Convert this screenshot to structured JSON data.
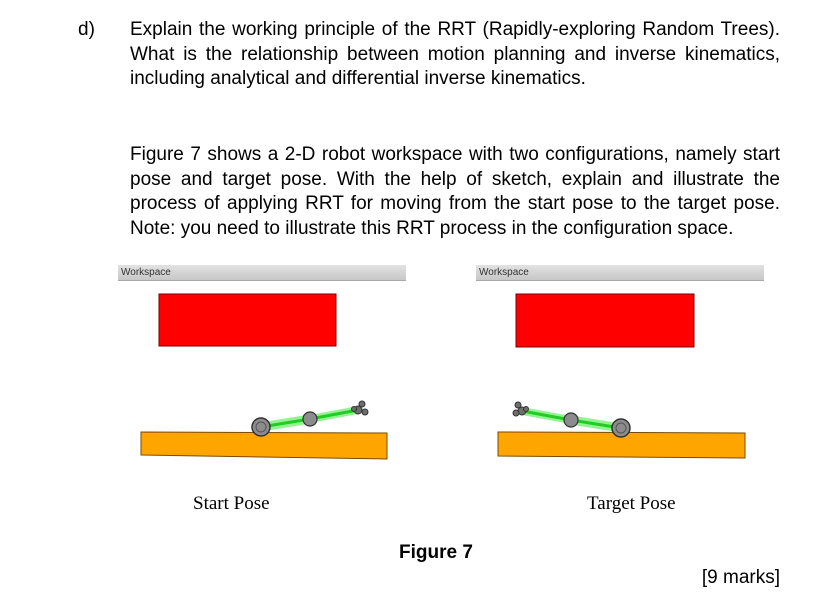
{
  "question": {
    "label": "d)",
    "paragraph1": "Explain the working principle of the RRT (Rapidly-exploring Random Trees). What is the relationship between motion planning and inverse kinematics, including analytical and differential inverse kinematics.",
    "paragraph2": "Figure 7 shows a 2-D robot workspace with two configurations, namely  start pose and target pose. With the help of sketch, explain and illustrate the process of applying RRT for moving from the start pose to the target pose. Note: you need to illustrate this RRT process in the configuration space."
  },
  "figure": {
    "panels": [
      {
        "title": "Workspace",
        "caption": "Start Pose"
      },
      {
        "title": "Workspace",
        "caption": "Target Pose"
      }
    ],
    "label": "Figure 7"
  },
  "marks": "[9 marks]",
  "colors": {
    "obstacle": "#ff0000",
    "ground": "#ffa500",
    "link": "#00ee00",
    "joint": "#8c8c8c"
  }
}
